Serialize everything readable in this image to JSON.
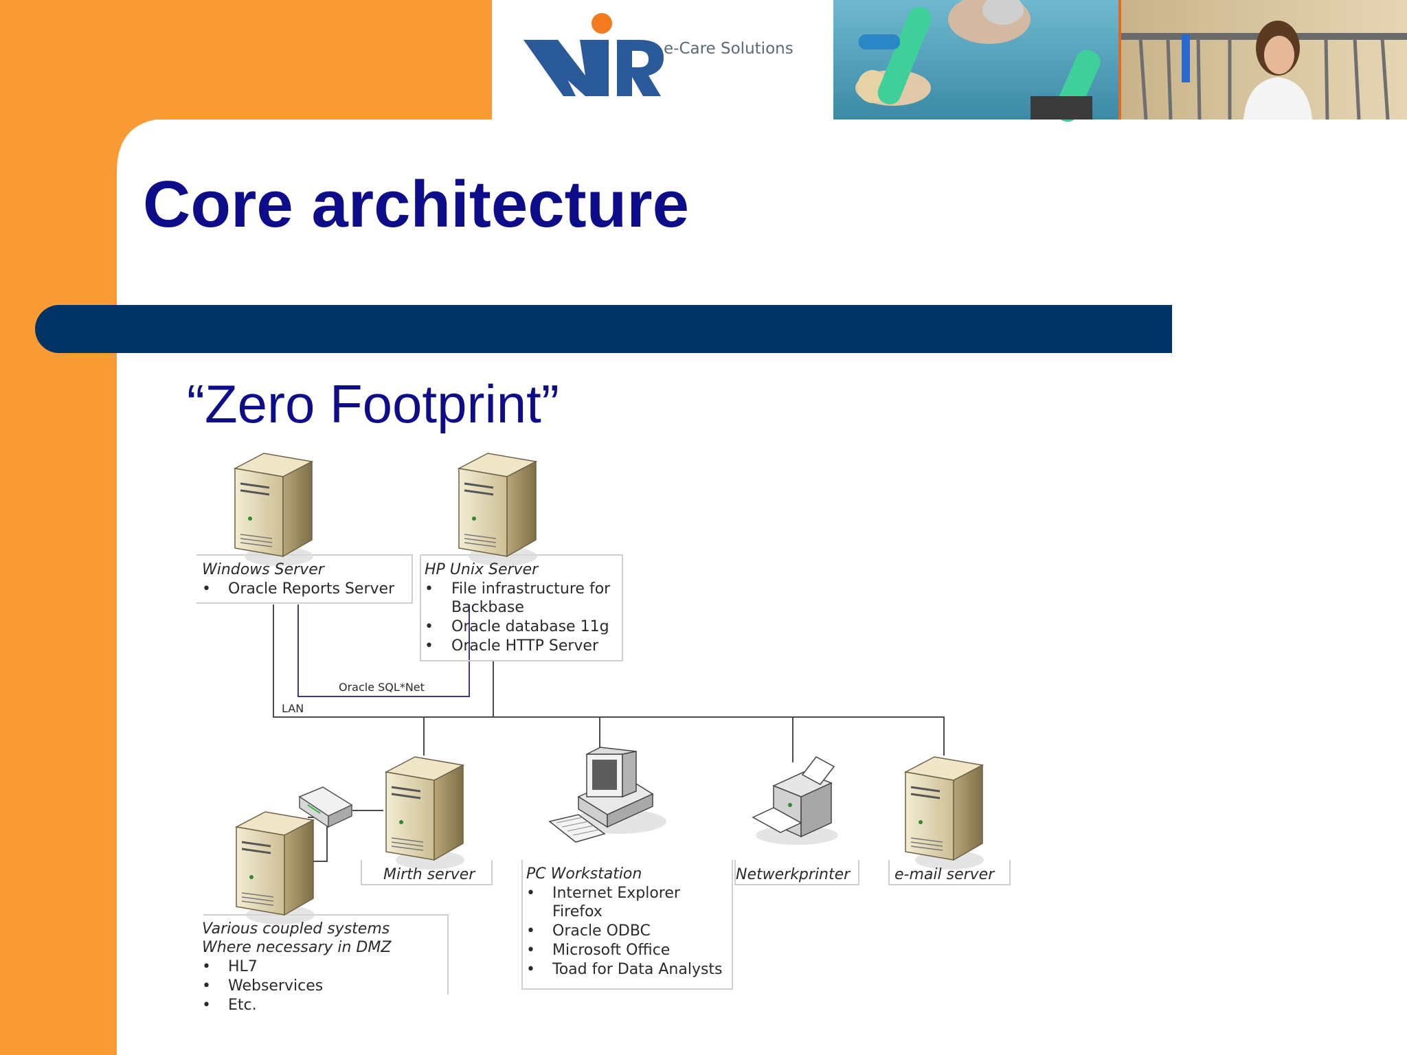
{
  "slide": {
    "title": "Core architecture",
    "subtitle": "“Zero Footprint”",
    "logo_tagline": "e-Care Solutions",
    "colors": {
      "orange": "#f99a34",
      "navy_bar": "#003366",
      "title": "#0d0d8a",
      "logo_blue": "#2a5a9a",
      "logo_dot": "#f47a20"
    }
  },
  "diagram": {
    "windows_server": {
      "title": "Windows Server",
      "bullets": [
        "Oracle Reports Server"
      ]
    },
    "hp_unix_server": {
      "title": "HP Unix Server",
      "bullets": [
        "File infrastructure for",
        "Backbase",
        "Oracle database 11g",
        "Oracle HTTP Server"
      ]
    },
    "connections": {
      "sqlnet_label": "Oracle SQL*Net",
      "lan_label": "LAN"
    },
    "mirth_server": {
      "label": "Mirth server"
    },
    "pc_workstation": {
      "title": "PC Workstation",
      "bullets": [
        "Internet Explorer",
        "Firefox",
        "Oracle ODBC",
        "Microsoft Office",
        "Toad for Data Analysts"
      ]
    },
    "network_printer": {
      "label": "Netwerkprinter"
    },
    "email_server": {
      "label": "e-mail server"
    },
    "coupled_systems": {
      "title": "Various coupled systems",
      "subtitle": "Where necessary in DMZ",
      "bullets": [
        "HL7",
        "Webservices",
        "Etc."
      ]
    }
  }
}
